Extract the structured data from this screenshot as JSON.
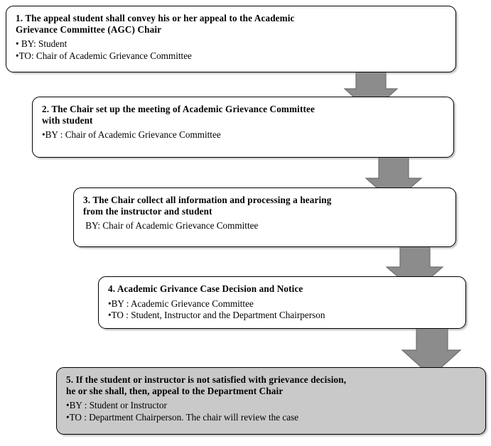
{
  "diagram": {
    "title": "Academic Grievance Appeal Process Flowchart",
    "orientation": "vertical-cascade",
    "colors": {
      "box_border": "#000000",
      "box_fill": "#ffffff",
      "box_fill_shaded": "#c9c9c9",
      "arrow_fill": "#8c8c8c",
      "arrow_border": "#595959",
      "text": "#000000"
    },
    "steps": [
      {
        "id": "step-1",
        "title": "1. The appeal student shall convey his or her appeal to the Academic Grievance Committee (AGC) Chair",
        "title_line_1": "1. The appeal student shall convey his or her appeal to the Academic",
        "title_line_2": "Grievance Committee (AGC) Chair",
        "details": [
          "• BY: Student",
          "•TO: Chair of Academic Grievance Committee"
        ],
        "shaded": false
      },
      {
        "id": "step-2",
        "title": "2. The Chair set up the meeting of Academic Grievance Committee with student",
        "title_line_1": "2. The Chair set up the meeting of Academic Grievance Committee",
        "title_line_2": "with student",
        "details": [
          "•BY : Chair of Academic Grievance Committee"
        ],
        "shaded": false
      },
      {
        "id": "step-3",
        "title": "3. The Chair collect all information and processing a hearing from the instructor and student",
        "title_line_1": "3. The Chair collect all information and processing a hearing",
        "title_line_2": "from the instructor and student",
        "details": [
          " BY: Chair of Academic Grievance Committee"
        ],
        "shaded": false
      },
      {
        "id": "step-4",
        "title": "4. Academic Grivance Case Decision and Notice",
        "title_line_1": "4. Academic Grivance Case Decision and Notice",
        "title_line_2": "",
        "details": [
          "•BY : Academic Grievance Committee",
          "•TO : Student, Instructor and the Department Chairperson"
        ],
        "shaded": false
      },
      {
        "id": "step-5",
        "title": "5. If the student or instructor is not satisfied with grievance decision, he or she shall, then, appeal to the Department Chair",
        "title_line_1": "5. If the student or instructor is not satisfied with grievance decision,",
        "title_line_2": "he or she shall, then, appeal to the Department Chair",
        "details": [
          "•BY : Student or Instructor",
          "•TO : Department Chairperson. The chair will review the case"
        ],
        "shaded": true
      }
    ],
    "connectors": [
      {
        "id": "arrow-1",
        "from": "step-1",
        "to": "step-2",
        "icon": "down-block-arrow-icon"
      },
      {
        "id": "arrow-2",
        "from": "step-2",
        "to": "step-3",
        "icon": "down-block-arrow-icon"
      },
      {
        "id": "arrow-3",
        "from": "step-3",
        "to": "step-4",
        "icon": "down-block-arrow-icon"
      },
      {
        "id": "arrow-4",
        "from": "step-4",
        "to": "step-5",
        "icon": "down-block-arrow-icon"
      }
    ]
  }
}
